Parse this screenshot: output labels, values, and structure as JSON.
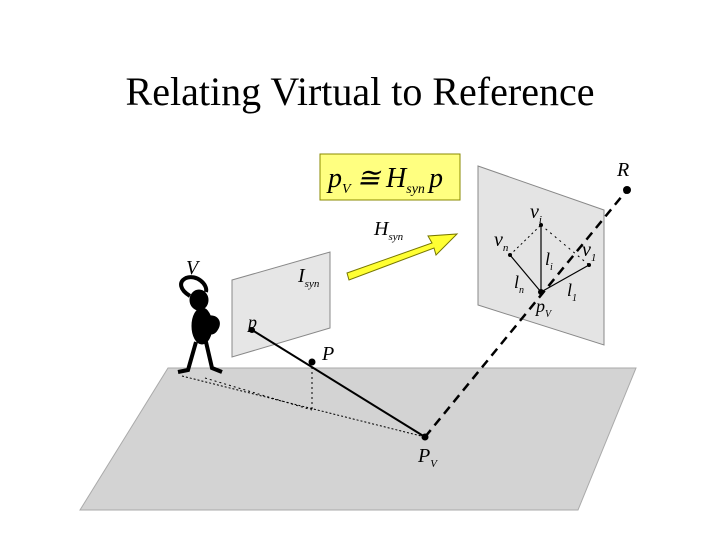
{
  "slide": {
    "title": "Relating Virtual to Reference"
  },
  "equation": {
    "lhs": "p",
    "lhs_sub": "V",
    "op": "≅",
    "mid": "H",
    "mid_sub": "syn",
    "rhs": "p"
  },
  "labels": {
    "V": "V",
    "R": "R",
    "I": "I",
    "I_sub": "syn",
    "H": "H",
    "H_sub": "syn",
    "p": "p",
    "P": "P",
    "PV": "P",
    "PV_sub": "V",
    "vi": "v",
    "vi_sub": "i",
    "vn": "v",
    "vn_sub": "n",
    "v1": "v",
    "v1_sub": "1",
    "li": "l",
    "li_sub": "i",
    "ln": "l",
    "ln_sub": "n",
    "l1": "l",
    "l1_sub": "1",
    "pV": "p",
    "pV_sub": "V"
  },
  "colors": {
    "ground": "#d3d3d3",
    "ref_plane": "#e4e4e4",
    "virtual_plane": "#e6e6e6",
    "equation_bg": "#ffff80",
    "arrow": "#ffff33"
  }
}
